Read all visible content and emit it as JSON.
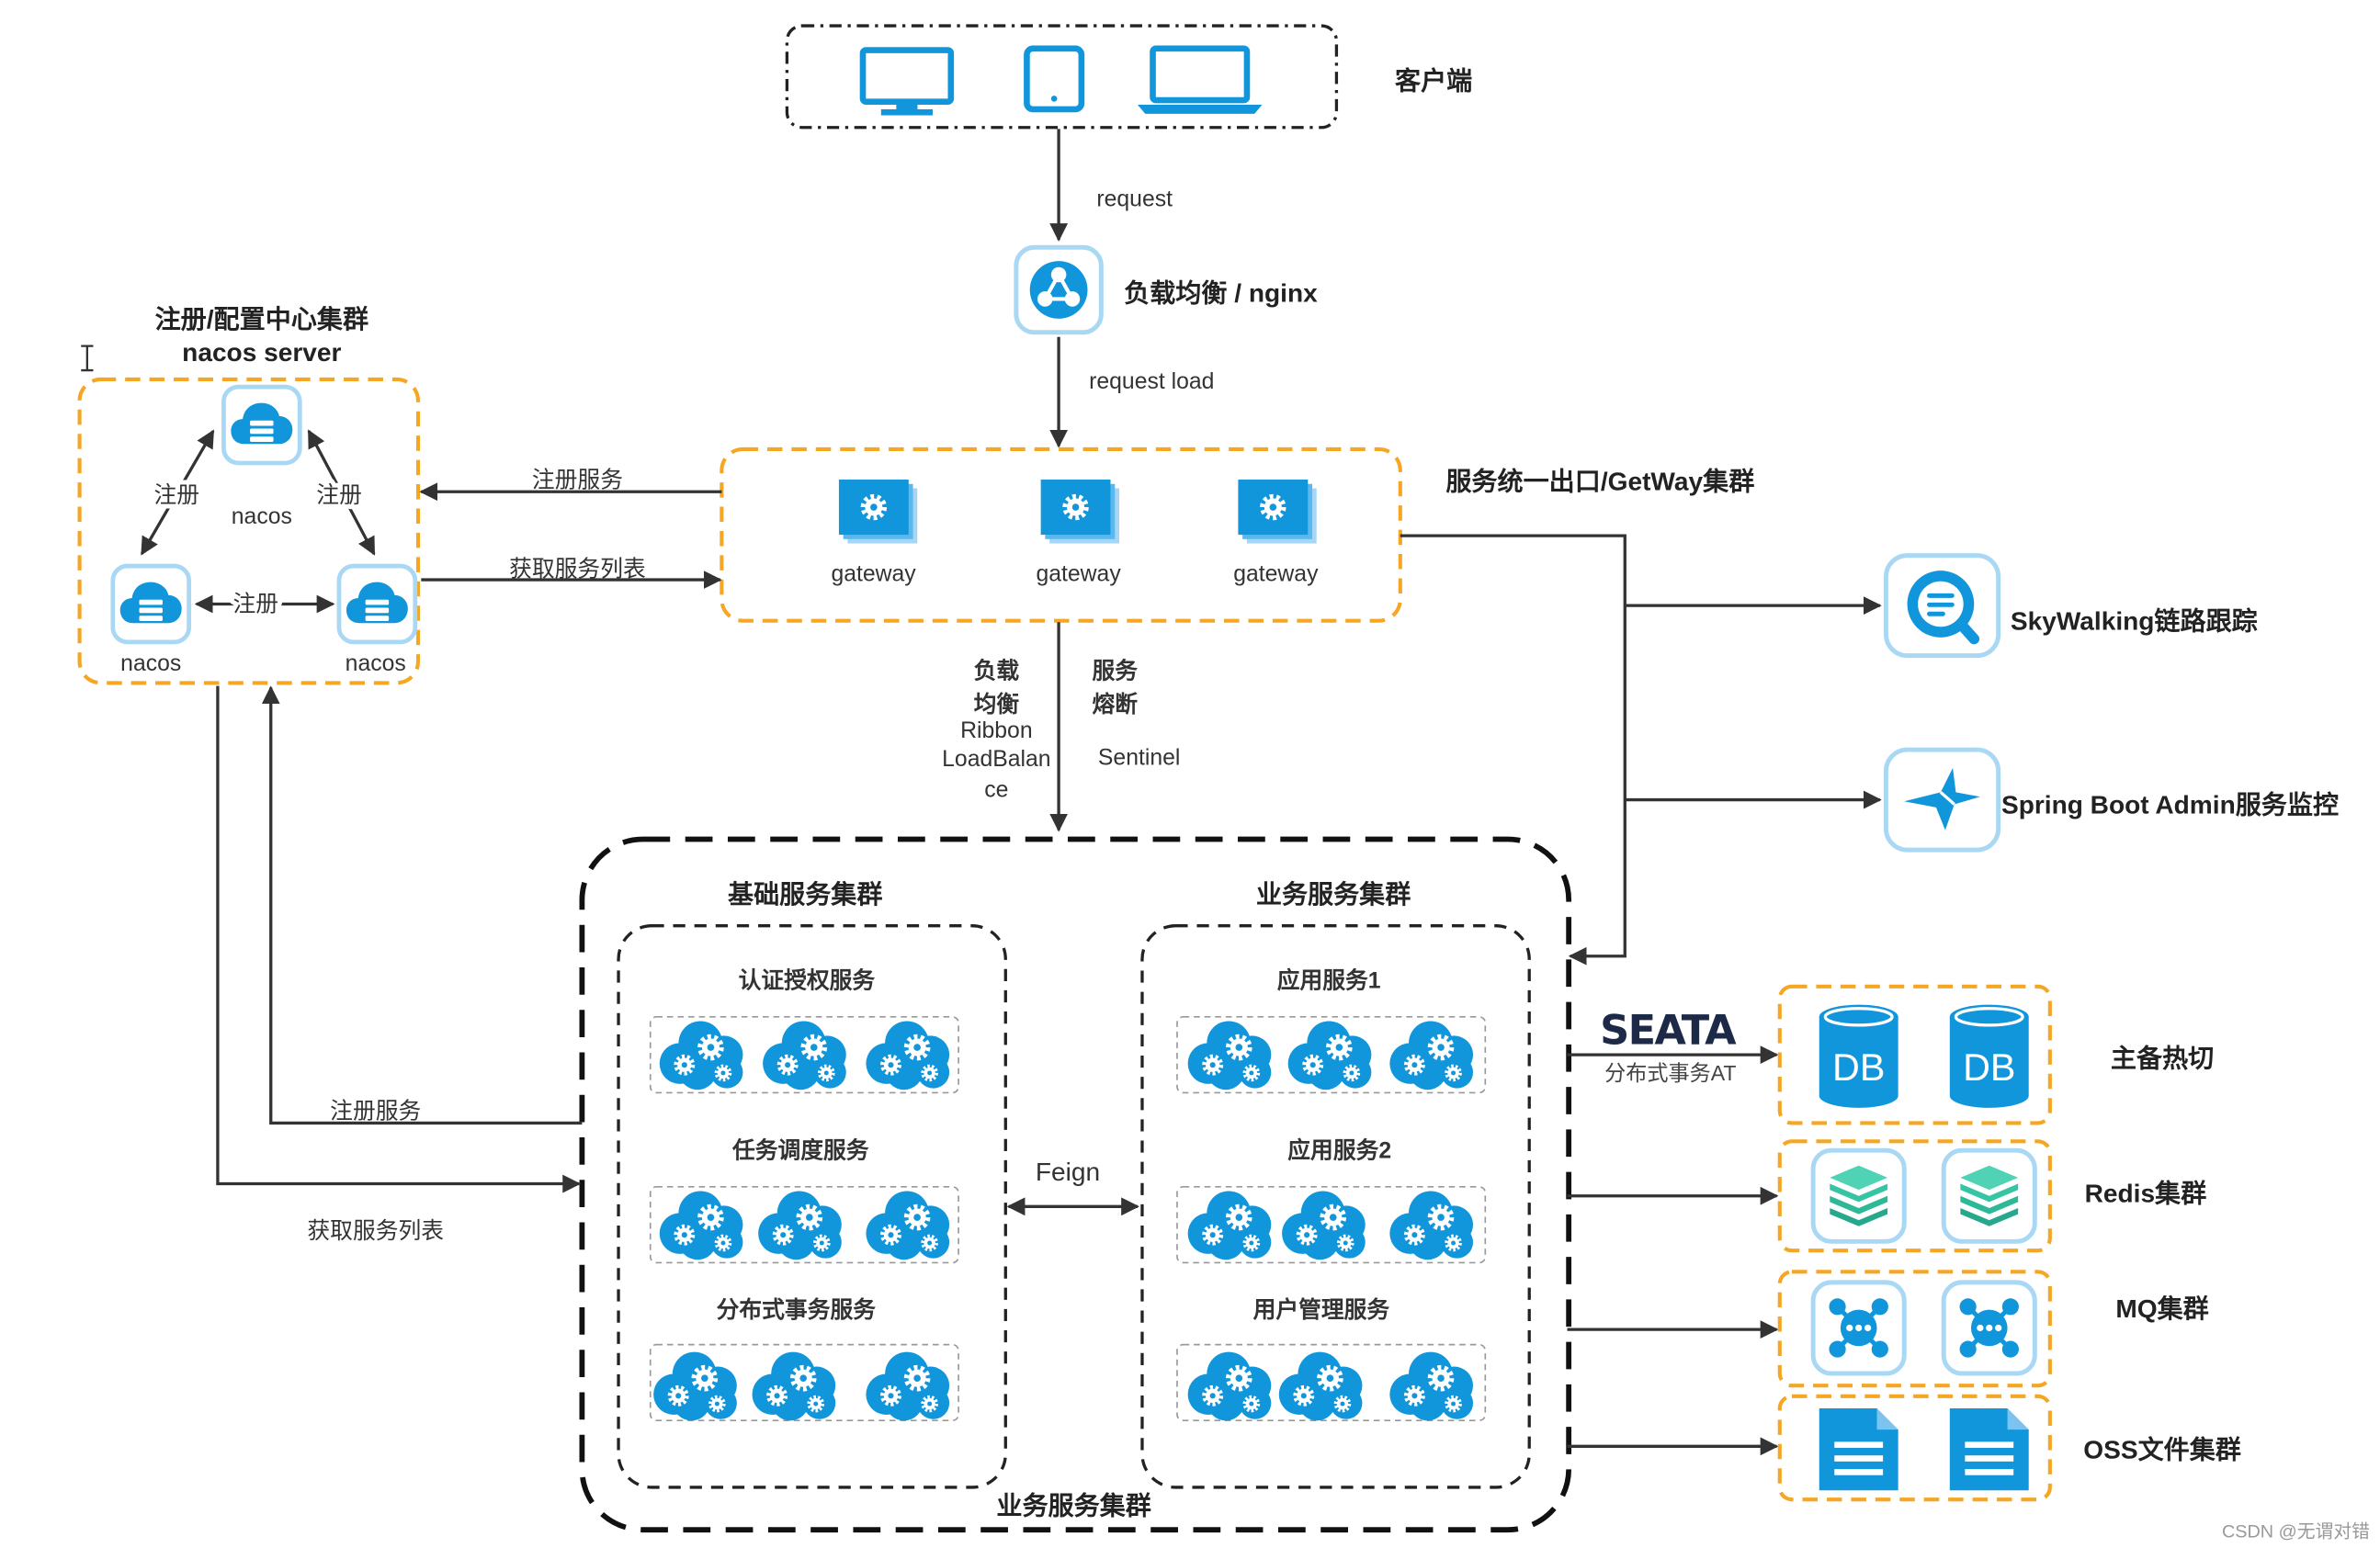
{
  "client": {
    "label": "客户端"
  },
  "edges": {
    "request": "request",
    "request_load": "request load"
  },
  "nginx": {
    "label": "负载均衡 / nginx"
  },
  "gateway_cluster": {
    "title": "服务统一出口/GetWay集群",
    "nodes": [
      "gateway",
      "gateway",
      "gateway"
    ]
  },
  "nacos_cluster": {
    "title": "注册/配置中心集群",
    "subtitle": "nacos server",
    "nodes": [
      "nacos",
      "nacos",
      "nacos"
    ],
    "links": [
      "注册",
      "注册",
      "注册"
    ]
  },
  "gateway_nacos": {
    "register": "注册服务",
    "fetch": "获取服务列表"
  },
  "gateway_down": {
    "lb": [
      "负载",
      "均衡"
    ],
    "lb_impl": [
      "Ribbon",
      "LoadBalan",
      "ce"
    ],
    "breaker": [
      "服务",
      "熔断"
    ],
    "breaker_impl": "Sentinel"
  },
  "monitoring": {
    "skywalking": "SkyWalking链路跟踪",
    "sba": "Spring Boot Admin服务监控"
  },
  "services": {
    "outer_label": "业务服务集群",
    "base": {
      "title": "基础服务集群",
      "groups": [
        "认证授权服务",
        "任务调度服务",
        "分布式事务服务"
      ]
    },
    "business": {
      "title": "业务服务集群",
      "groups": [
        "应用服务1",
        "应用服务2",
        "用户管理服务"
      ]
    },
    "feign": "Feign"
  },
  "services_nacos": {
    "register": "注册服务",
    "fetch": "获取服务列表"
  },
  "storage": {
    "seata_logo": "SEATA",
    "seata_label": "分布式事务AT",
    "db": {
      "label": "主备热切",
      "icon_text": "DB"
    },
    "redis": "Redis集群",
    "mq": "MQ集群",
    "oss": "OSS文件集群"
  },
  "watermark": "CSDN @无谓对错",
  "icons": [
    "monitor-icon",
    "tablet-icon",
    "laptop-icon",
    "nginx-icon",
    "gateway-icon",
    "nacos-icon",
    "service-cloud-icon",
    "skywalking-icon",
    "spring-boot-admin-icon",
    "database-icon",
    "redis-icon",
    "mq-icon",
    "oss-file-icon"
  ],
  "colors": {
    "icon_blue": "#1296DB",
    "cluster_border": "#F5A623",
    "line": "#333333"
  }
}
